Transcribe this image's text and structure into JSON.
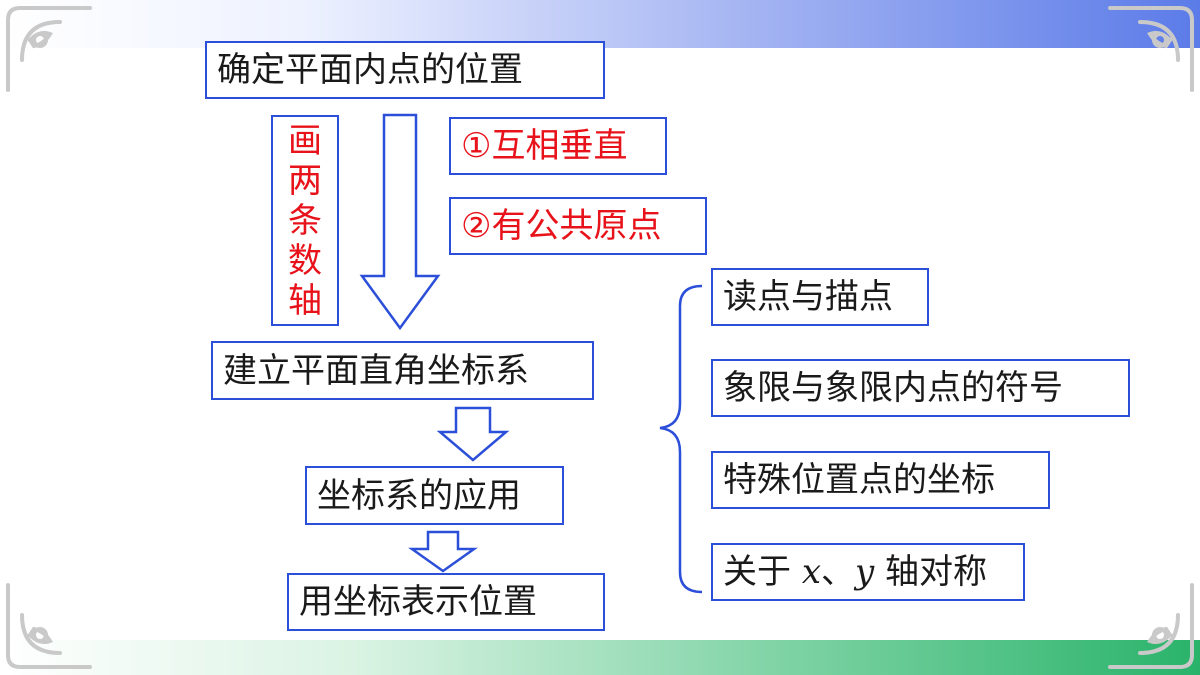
{
  "nodes": {
    "determine_position": "确定平面内点的位置",
    "draw_two_axes": [
      "画",
      "两",
      "条",
      "数",
      "轴"
    ],
    "condition_1": "①互相垂直",
    "condition_2": "②有公共原点",
    "establish_system": "建立平面直角坐标系",
    "application": "坐标系的应用",
    "represent_position": "用坐标表示位置"
  },
  "branches": {
    "read_plot": "读点与描点",
    "quadrant_signs": "象限与象限内点的符号",
    "special_points": "特殊位置点的坐标",
    "symmetry": {
      "prefix": "关于 ",
      "x": "x",
      "sep": "、",
      "y": "y",
      "suffix": " 轴对称"
    }
  },
  "colors": {
    "box_border": "#2b4fd8",
    "highlight_text": "#e8121a",
    "normal_text": "#1a1a1a"
  }
}
